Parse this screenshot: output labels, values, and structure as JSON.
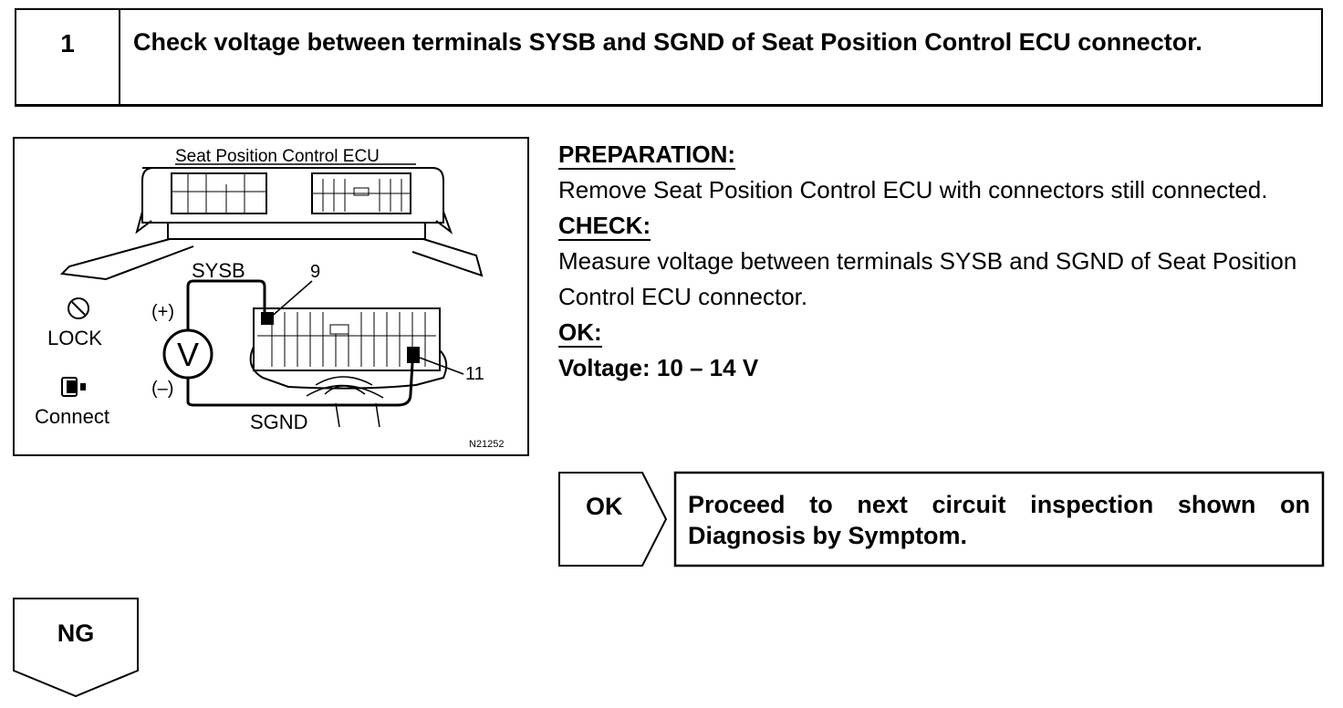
{
  "step": {
    "number": "1",
    "title": "Check voltage between terminals SYSB and SGND of Seat Position Control ECU connector."
  },
  "figure": {
    "ecu_label": "Seat Position Control ECU",
    "sysb_label": "SYSB",
    "sgnd_label": "SGND",
    "pin_9": "9",
    "pin_11": "11",
    "plus_label": "(+)",
    "minus_label": "(–)",
    "meter_symbol": "V",
    "lock_label": "LOCK",
    "connect_label": "Connect",
    "figure_code": "N21252"
  },
  "instructions": {
    "preparation_head": "PREPARATION:",
    "preparation_text": "Remove Seat Position Control ECU with connectors still connected.",
    "check_head": "CHECK:",
    "check_text": "Measure voltage between terminals SYSB and SGND of Seat Position Control ECU connector.",
    "ok_head": "OK:",
    "ok_value": "Voltage: 10 – 14 V"
  },
  "result_ok": {
    "label": "OK",
    "text": "Proceed to next circuit inspection shown on Diagnosis by Symptom."
  },
  "result_ng": {
    "label": "NG"
  }
}
